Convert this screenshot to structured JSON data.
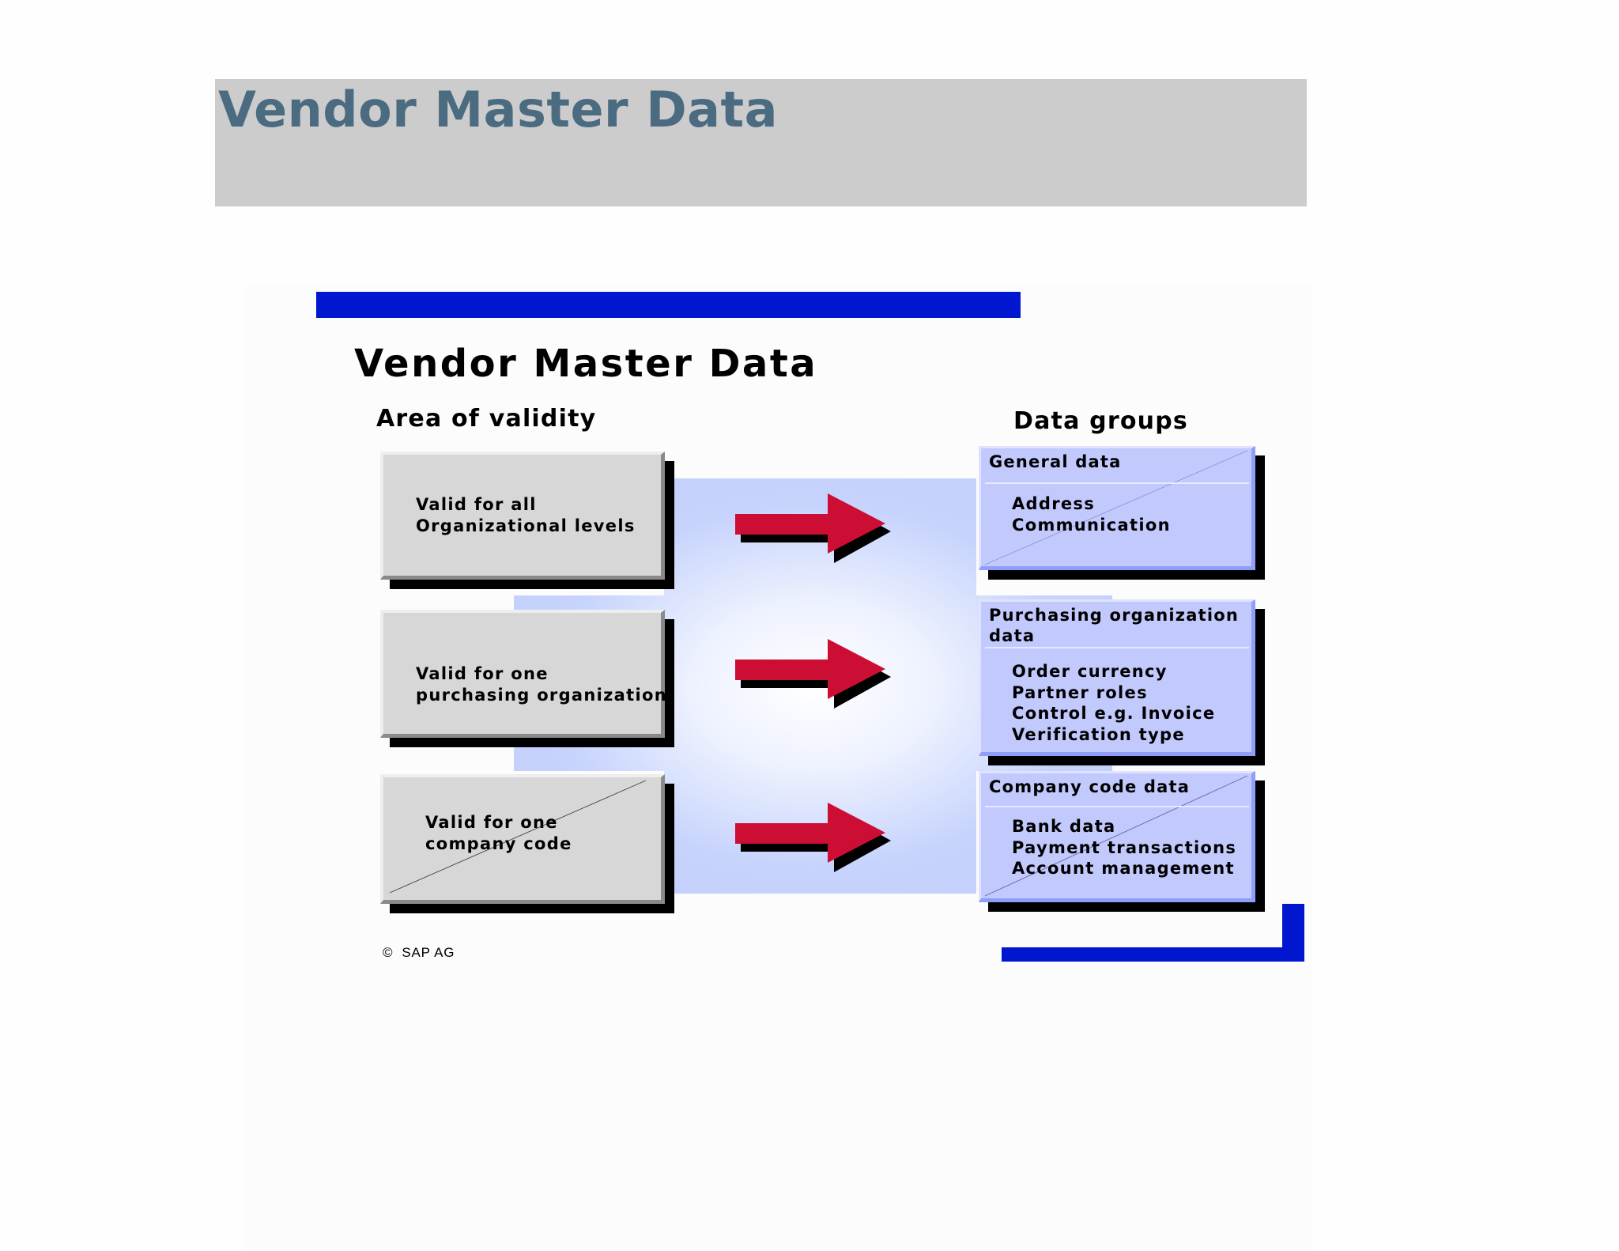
{
  "header": {
    "title": "Vendor Master Data"
  },
  "slide": {
    "title": "Vendor Master Data",
    "left_heading": "Area of validity",
    "right_heading": "Data groups",
    "validity_boxes": [
      {
        "lines": [
          "Valid for all",
          "Organizational levels"
        ]
      },
      {
        "lines": [
          "Valid for one",
          "purchasing organization"
        ]
      },
      {
        "lines": [
          "Valid for one",
          "company code"
        ]
      }
    ],
    "data_groups": [
      {
        "title_lines": [
          "General data"
        ],
        "items": [
          "Address",
          "Communication"
        ]
      },
      {
        "title_lines": [
          "Purchasing organization",
          "data"
        ],
        "items": [
          "Order currency",
          "Partner roles",
          "Control e.g. Invoice",
          "Verification type"
        ]
      },
      {
        "title_lines": [
          "Company code data"
        ],
        "items": [
          "Bank data",
          "Payment transactions",
          "Account management"
        ]
      }
    ],
    "copyright": {
      "symbol": "©",
      "text": "SAP AG"
    }
  },
  "colors": {
    "header_band": "#cccccd",
    "header_title": "#4b6b80",
    "accent_bar": "#0016cf",
    "arrow": "#cc0e35",
    "grey_box": "#d7d7d8",
    "blue_box": "#c1c9fd"
  },
  "icons": {
    "arrow": "right-arrow-icon"
  }
}
